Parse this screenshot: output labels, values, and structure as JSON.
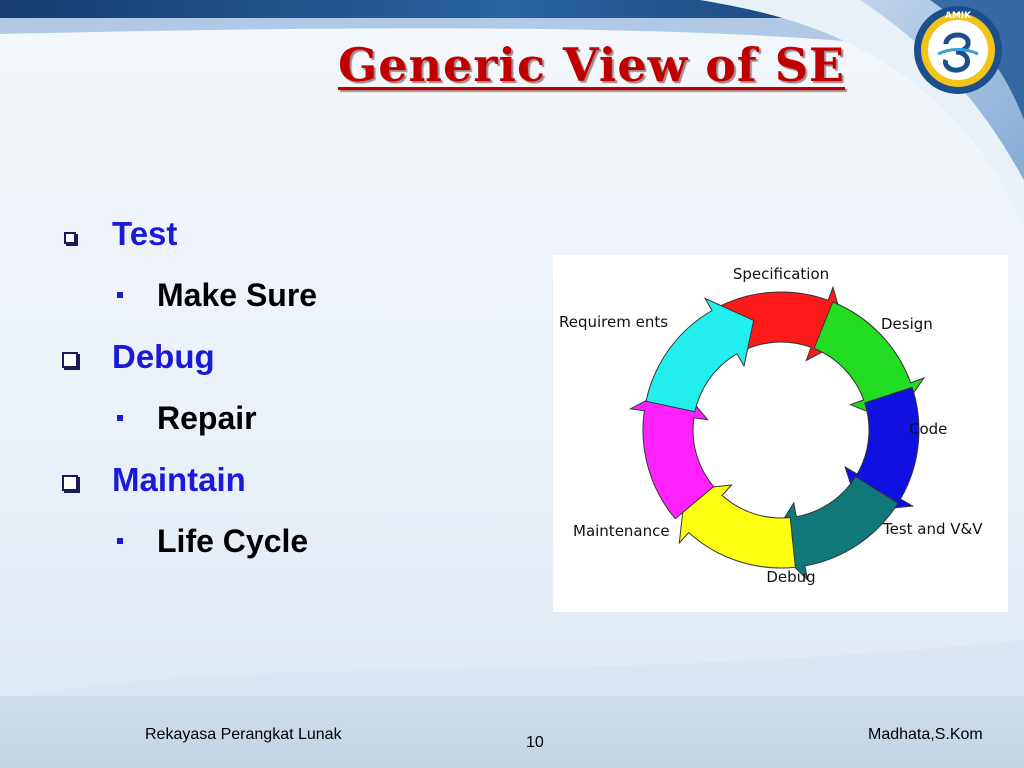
{
  "slide": {
    "title": "Generic View of SE",
    "logo_text": "AMIK"
  },
  "bullets": [
    {
      "label": "Test",
      "sub": "Make Sure"
    },
    {
      "label": "Debug",
      "sub": "Repair"
    },
    {
      "label": "Maintain",
      "sub": "Life Cycle"
    }
  ],
  "diagram": {
    "stages": [
      {
        "label": "Specification",
        "color": "#ff1a1a"
      },
      {
        "label": "Design",
        "color": "#22dd22"
      },
      {
        "label": "Code",
        "color": "#1010e0"
      },
      {
        "label": "Test and V&V",
        "color": "#107878"
      },
      {
        "label": "Debug",
        "color": "#ffff10"
      },
      {
        "label": "Maintenance",
        "color": "#ff22ff"
      },
      {
        "label": "Requirem ents",
        "color": "#22eeee"
      }
    ]
  },
  "footer": {
    "left": "Rekayasa Perangkat Lunak",
    "page": "10",
    "right": "Madhata,S.Kom"
  },
  "colors": {
    "title": "#c00000",
    "bullet_main": "#1a1ad8",
    "header_band": "#1f4f8a",
    "footer_band": "#c7d7e8"
  }
}
